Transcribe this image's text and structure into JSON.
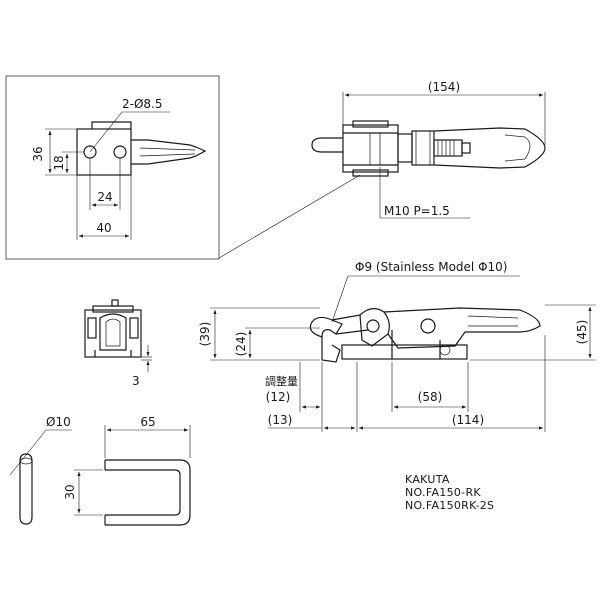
{
  "dimensions": {
    "overall_length": "(154)",
    "holes": "2-Ø8.5",
    "base_height": "36",
    "hole_offset": "18",
    "hole_pitch": "24",
    "base_width": "40",
    "thread": "M10 P=1.5",
    "pin_dia": "Φ9 (Stainless Model Φ10)",
    "height_39": "(39)",
    "height_24": "(24)",
    "height_45": "(45)",
    "adjust_label": "調整量",
    "adjust_12": "(12)",
    "length_13": "(13)",
    "length_58": "(58)",
    "length_114": "(114)",
    "side_3": "3",
    "rod_dia": "Ø10",
    "ubolt_width": "65",
    "ubolt_height": "30"
  },
  "title_block": {
    "maker": "KAKUTA",
    "model_1": "NO.FA150-RK",
    "model_2": "NO.FA150RK-2S"
  },
  "colors": {
    "line": "#1a1a1a",
    "background": "#ffffff"
  }
}
